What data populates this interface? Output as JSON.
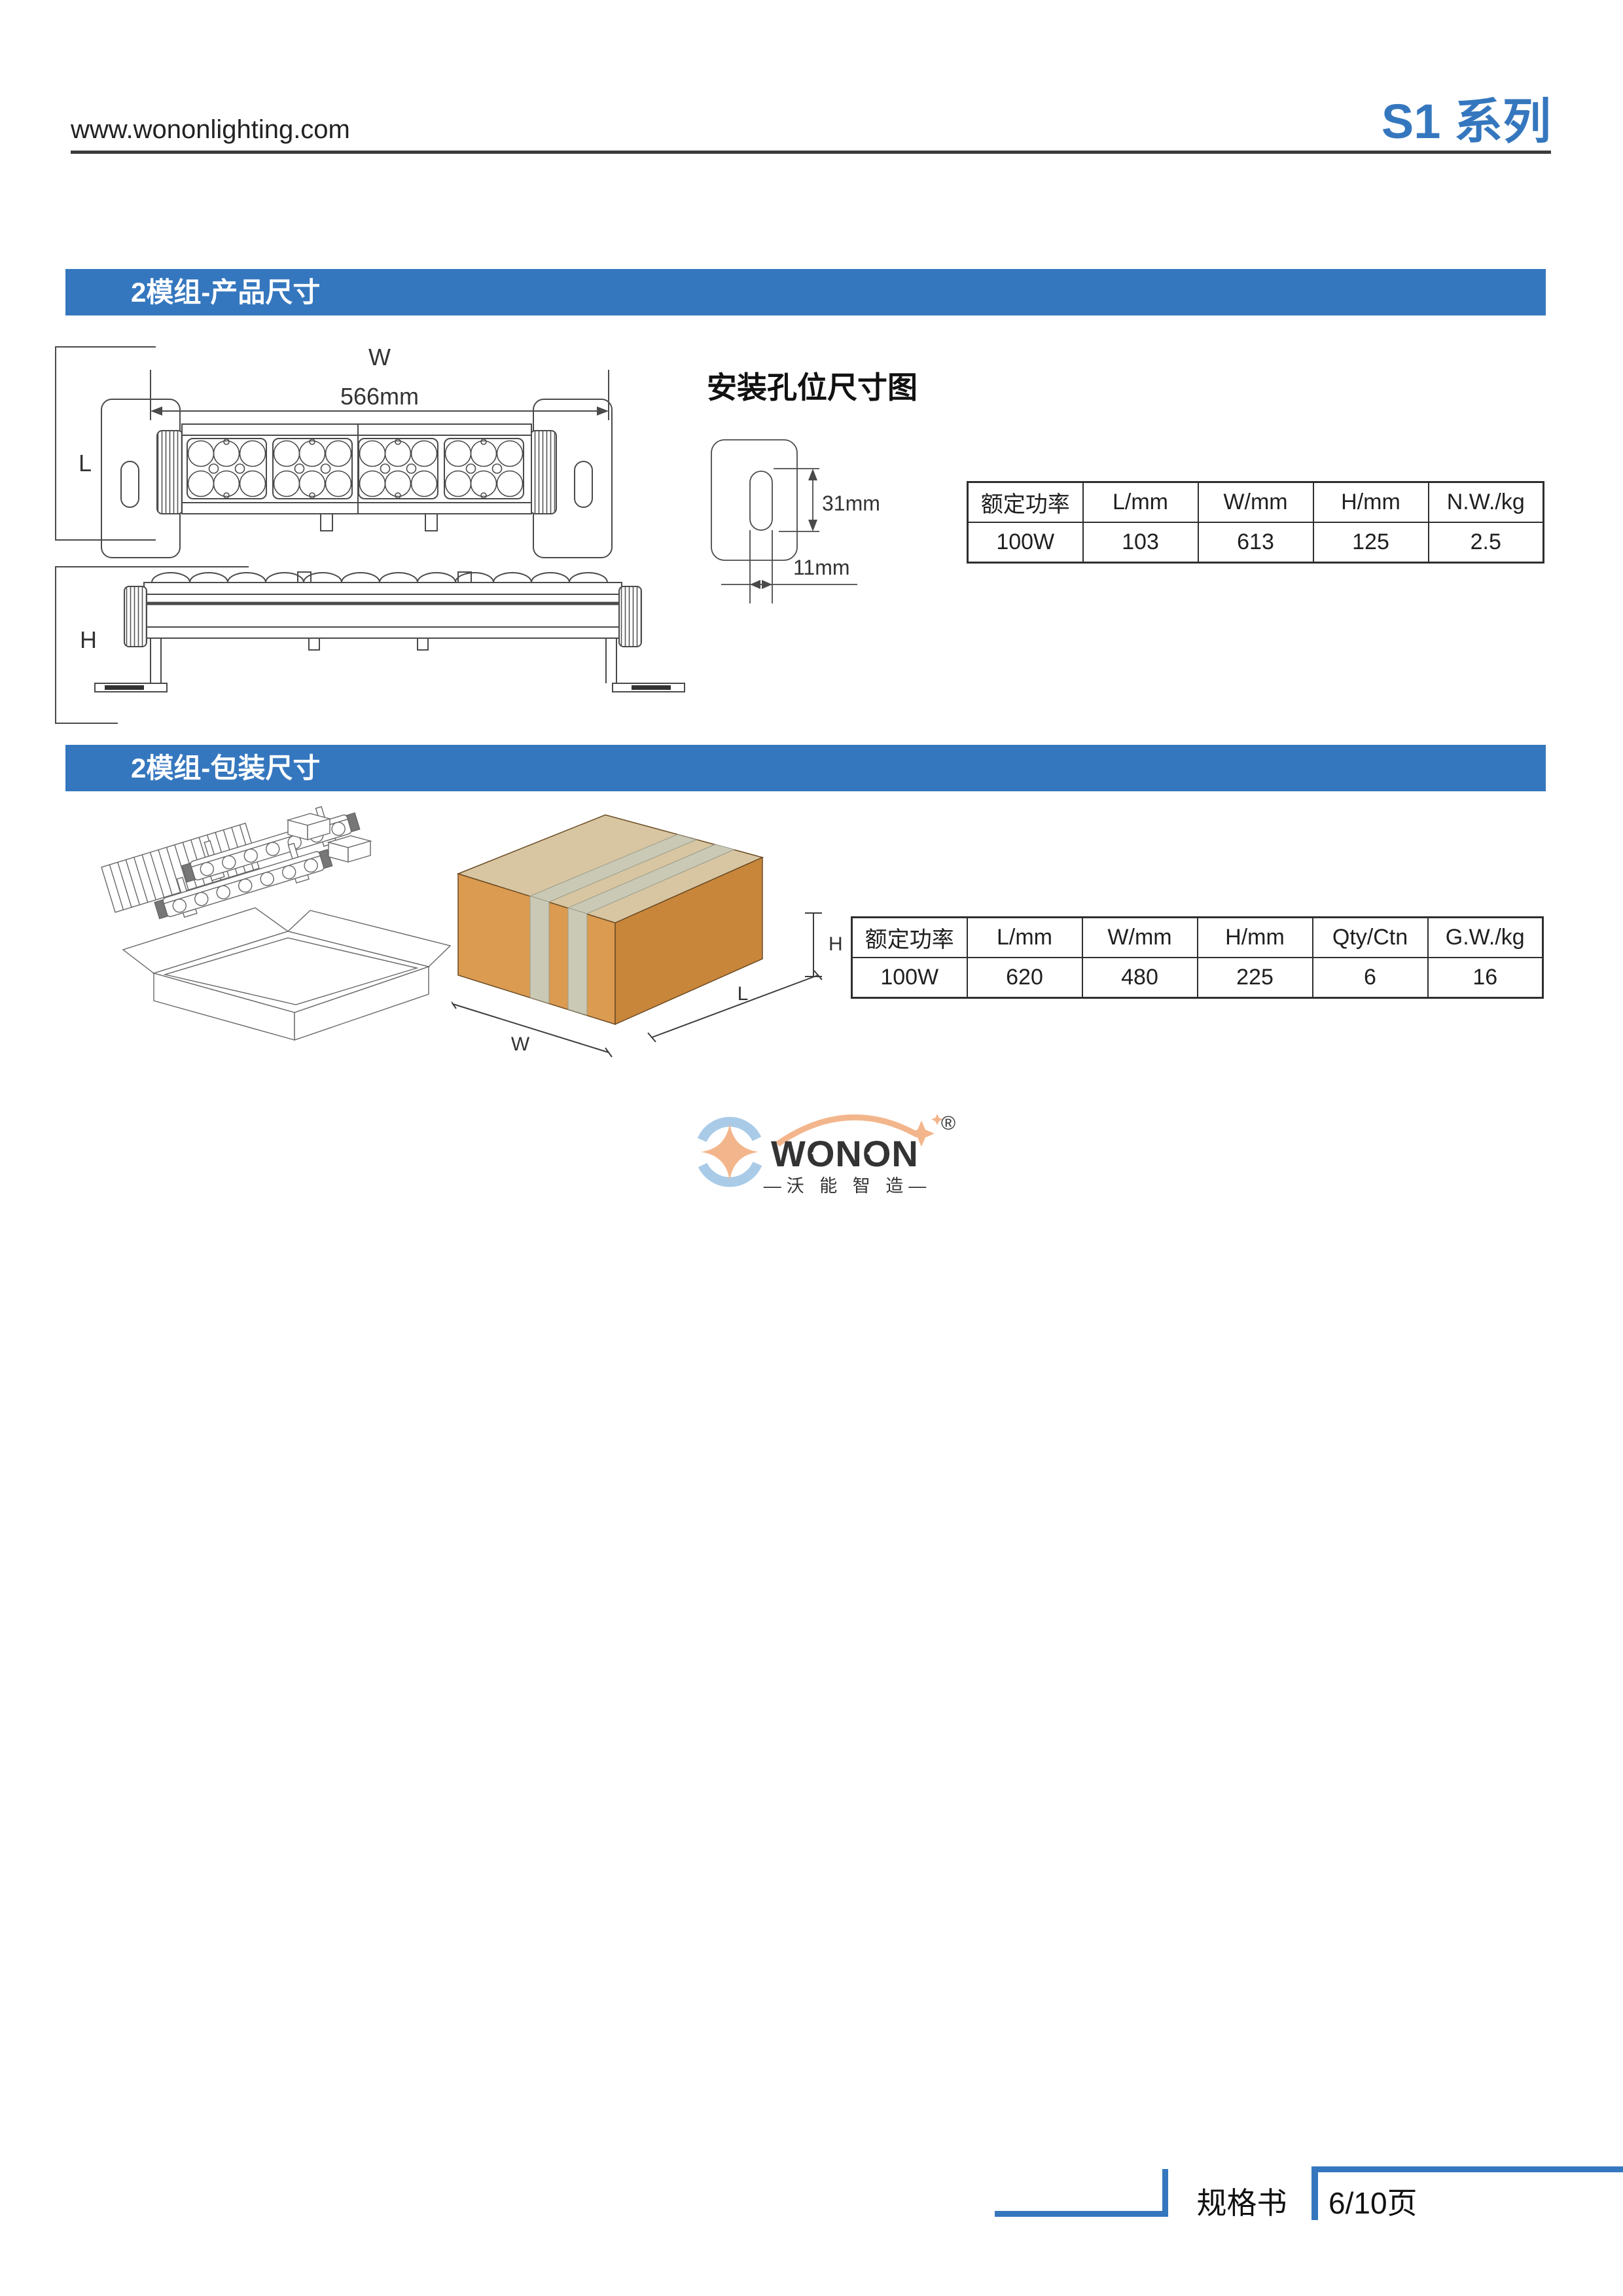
{
  "header": {
    "url": "www.wononlighting.com",
    "series": "S1 系列"
  },
  "colors": {
    "accent_blue": "#3577BE",
    "box_top": "#D8C6A2",
    "box_front": "#DB9B51",
    "box_side": "#C8863B",
    "logo_blue": "#A9CBE8",
    "logo_orange": "#F3B68C"
  },
  "sections": {
    "product": {
      "title": "2模组-产品尺寸",
      "hole_diagram_title": "安装孔位尺寸图"
    },
    "packing": {
      "title": "2模组-包装尺寸"
    }
  },
  "drawings": {
    "product": {
      "w_label": "W",
      "w_value": "566mm",
      "l_label": "L",
      "h_label": "H"
    },
    "hole": {
      "v_dim": "31mm",
      "h_dim": "11mm"
    },
    "box": {
      "h_label": "H",
      "l_label": "L",
      "w_label": "W"
    }
  },
  "tables": {
    "product": {
      "headers": [
        "额定功率",
        "L/mm",
        "W/mm",
        "H/mm",
        "N.W./kg"
      ],
      "row": [
        "100W",
        "103",
        "613",
        "125",
        "2.5"
      ]
    },
    "packing": {
      "headers": [
        "额定功率",
        "L/mm",
        "W/mm",
        "H/mm",
        "Qty/Ctn",
        "G.W./kg"
      ],
      "row": [
        "100W",
        "620",
        "480",
        "225",
        "6",
        "16"
      ]
    }
  },
  "logo": {
    "wordmark": "WONON",
    "reg": "®",
    "tagline": "—沃 能 智 造—"
  },
  "footer": {
    "doc_label": "规格书",
    "page_label": "6/10页"
  }
}
